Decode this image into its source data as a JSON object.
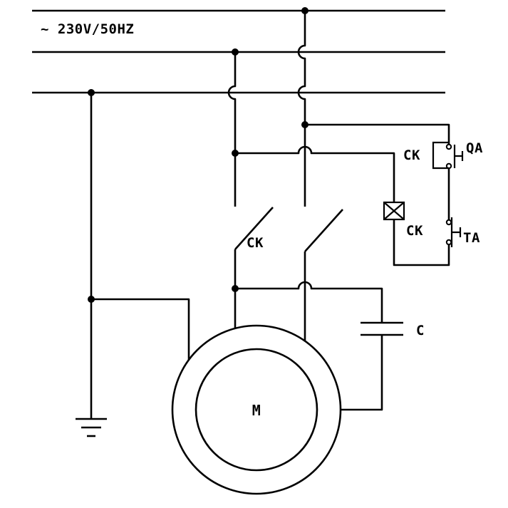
{
  "schematic": {
    "supply": {
      "label": "~ 230V/50HZ"
    },
    "contactor": {
      "main_contacts_label": "CK",
      "coil_label": "CK",
      "aux_contact_label": "CK"
    },
    "buttons": {
      "start_label": "QA",
      "stop_label": "TA"
    },
    "capacitor": {
      "label": "C"
    },
    "motor": {
      "label": "M"
    },
    "colors": {
      "stroke": "#000000",
      "background": "#ffffff"
    }
  }
}
